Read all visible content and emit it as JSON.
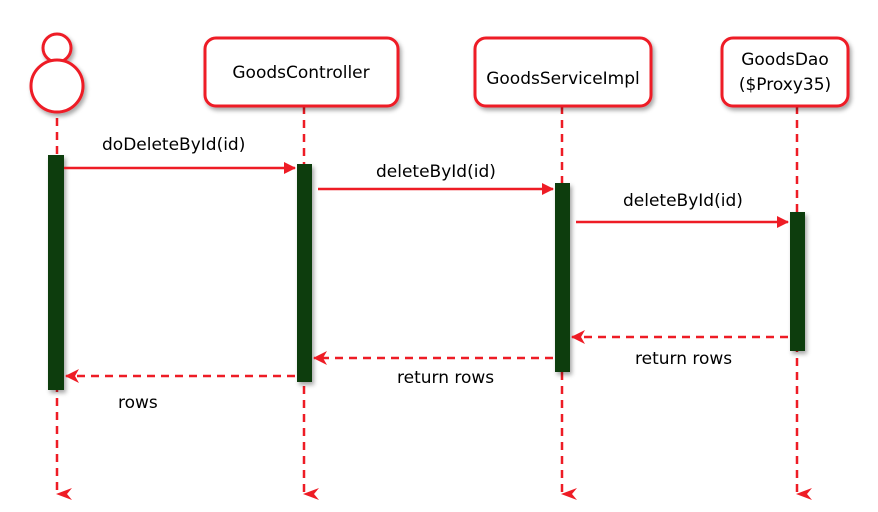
{
  "diagram": {
    "type": "sequence",
    "colors": {
      "line": "#ee1c25",
      "activation": "#0a3d0a",
      "box_fill": "#ffffff",
      "text": "#000000"
    },
    "actor": {
      "name": "",
      "icon": "actor-icon"
    },
    "participants": [
      {
        "id": "controller",
        "lines": [
          "GoodsController"
        ]
      },
      {
        "id": "service",
        "lines": [
          "GoodsServiceImpl"
        ]
      },
      {
        "id": "dao",
        "lines": [
          "GoodsDao",
          "($Proxy35)"
        ]
      }
    ],
    "messages": [
      {
        "from": "actor",
        "to": "controller",
        "label": "doDeleteById(id)",
        "kind": "call"
      },
      {
        "from": "controller",
        "to": "service",
        "label": "deleteById(id)",
        "kind": "call"
      },
      {
        "from": "service",
        "to": "dao",
        "label": "deleteById(id)",
        "kind": "call"
      },
      {
        "from": "dao",
        "to": "service",
        "label": "return rows",
        "kind": "return"
      },
      {
        "from": "service",
        "to": "controller",
        "label": "return rows",
        "kind": "return"
      },
      {
        "from": "controller",
        "to": "actor",
        "label": "rows",
        "kind": "return"
      }
    ]
  }
}
